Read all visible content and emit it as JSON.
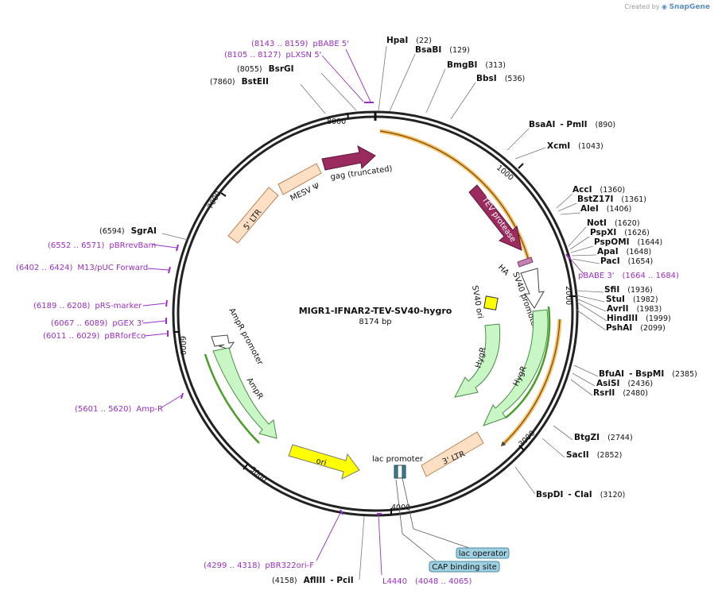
{
  "watermark": {
    "prefix": "Created by",
    "brand": "SnapGene"
  },
  "plasmid": {
    "name": "MIGR1-IFNAR2-TEV-SV40-hygro",
    "size": "8174 bp"
  },
  "ticks": [
    "1000",
    "2000",
    "3000",
    "4000",
    "5000",
    "6000",
    "7000",
    "8000"
  ],
  "sites": [
    {
      "name": "HpaI",
      "pos": "(22)"
    },
    {
      "name": "BsaBI",
      "pos": "(129)"
    },
    {
      "name": "BmgBI",
      "pos": "(313)"
    },
    {
      "name": "BbsI",
      "pos": "(536)"
    },
    {
      "name": "BsaAI",
      "name2": "- PmlI",
      "pos": "(890)"
    },
    {
      "name": "XcmI",
      "pos": "(1043)"
    },
    {
      "name": "AccI",
      "pos": "(1360)"
    },
    {
      "name": "BstZ17I",
      "pos": "(1361)"
    },
    {
      "name": "AleI",
      "pos": "(1406)"
    },
    {
      "name": "NotI",
      "pos": "(1620)"
    },
    {
      "name": "PspXI",
      "pos": "(1626)"
    },
    {
      "name": "PspOMI",
      "pos": "(1644)"
    },
    {
      "name": "ApaI",
      "pos": "(1648)"
    },
    {
      "name": "PacI",
      "pos": "(1654)"
    },
    {
      "name": "SfiI",
      "pos": "(1936)"
    },
    {
      "name": "StuI",
      "pos": "(1982)"
    },
    {
      "name": "AvrII",
      "pos": "(1983)"
    },
    {
      "name": "HindIII",
      "pos": "(1999)"
    },
    {
      "name": "PshAI",
      "pos": "(2099)"
    },
    {
      "name": "BfuAI",
      "name2": "- BspMI",
      "pos": "(2385)"
    },
    {
      "name": "AsiSI",
      "pos": "(2436)"
    },
    {
      "name": "RsrII",
      "pos": "(2480)"
    },
    {
      "name": "BtgZI",
      "pos": "(2744)"
    },
    {
      "name": "SacII",
      "pos": "(2852)"
    },
    {
      "name": "BspDI",
      "name2": "- ClaI",
      "pos": "(3120)"
    },
    {
      "name": "AflIII",
      "name2": "- PciI",
      "pos": "(4158)"
    },
    {
      "name": "SgrAI",
      "pos": "(6594)"
    },
    {
      "name": "BstEII",
      "pos": "(7860)"
    },
    {
      "name": "BsrGI",
      "pos": "(8055)"
    }
  ],
  "primers": [
    {
      "name": "pBABE 5'",
      "pos": "(8143 .. 8159)"
    },
    {
      "name": "pLXSN 5'",
      "pos": "(8105 .. 8127)"
    },
    {
      "name": "pBABE 3'",
      "pos": "(1664 .. 1684)"
    },
    {
      "name": "pBRrevBam",
      "pos": "(6552 .. 6571)"
    },
    {
      "name": "M13/pUC Forward",
      "pos": "(6402 .. 6424)"
    },
    {
      "name": "pRS-marker",
      "pos": "(6189 .. 6208)"
    },
    {
      "name": "pGEX 3'",
      "pos": "(6067 .. 6089)"
    },
    {
      "name": "pBRforEco",
      "pos": "(6011 .. 6029)"
    },
    {
      "name": "Amp-R",
      "pos": "(5601 .. 5620)"
    },
    {
      "name": "pBR322ori-F",
      "pos": "(4299 .. 4318)"
    },
    {
      "name": "L4440",
      "pos": "(4048 .. 4065)"
    }
  ],
  "features": [
    {
      "name": "gag (truncated)"
    },
    {
      "name": "MESV Ψ"
    },
    {
      "name": "5' LTR"
    },
    {
      "name": "TEV protease"
    },
    {
      "name": "HA"
    },
    {
      "name": "SV40 promoter"
    },
    {
      "name": "SV40 ori"
    },
    {
      "name": "HygR"
    },
    {
      "name": "HygR"
    },
    {
      "name": "3' LTR"
    },
    {
      "name": "lac promoter"
    },
    {
      "name": "ori"
    },
    {
      "name": "AmpR promoter"
    },
    {
      "name": "AmpR"
    }
  ],
  "tags": [
    {
      "name": "lac operator"
    },
    {
      "name": "CAP binding site"
    }
  ],
  "colors": {
    "primer": "#9b2fc4",
    "gag": "#9b2a5e",
    "ltr": "#fde0c4",
    "resistance": "#c8f7c5",
    "ori": "#ffff00",
    "orf": "#f0a830",
    "tagfill": "#9fd1e3"
  }
}
